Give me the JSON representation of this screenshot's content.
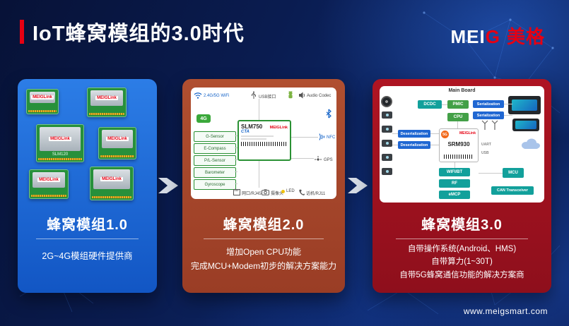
{
  "header": {
    "title": "IoT蜂窝模组的3.0时代",
    "logo_mei": "MEI",
    "logo_g": "G",
    "logo_cn": "美格"
  },
  "footer": {
    "website": "www.meigsmart.com"
  },
  "colors": {
    "accent_red": "#e60012",
    "card1_blue": "#1d6ae0",
    "card2_rust": "#a8482e",
    "card3_red": "#a31320"
  },
  "card1": {
    "title": "蜂窝模组1.0",
    "desc": "2G~4G模组硬件提供商",
    "modules": [
      {
        "brand": "MEIGLink",
        "model": ""
      },
      {
        "brand": "MEIGLink",
        "model": ""
      },
      {
        "brand": "MEIGLink",
        "model": "SLM120"
      },
      {
        "brand": "MEIGLink",
        "model": ""
      },
      {
        "brand": "MEIGLink",
        "model": ""
      },
      {
        "brand": "MEIGLink",
        "model": ""
      }
    ]
  },
  "card2": {
    "title": "蜂窝模组2.0",
    "desc1": "增加Open CPU功能",
    "desc2": "完成MCU+Modem初步的解决方案能力",
    "diagram": {
      "chip": {
        "brand": "MEIGLink",
        "model": "SLM750",
        "cert": "CTA"
      },
      "wifi": "2.4G/5G WiFi",
      "usb": "USB接口",
      "audio": "Audio Codec",
      "nfc": "NFC",
      "gps": "GPS",
      "net4g": "4G",
      "sensors": [
        "G-Sensor",
        "E-Compass",
        "P/L-Sensor",
        "Barometer",
        "Gyroscope"
      ],
      "bottom": [
        "网口/RJ45",
        "摄像头",
        "LED",
        "话机/RJ11"
      ]
    }
  },
  "card3": {
    "title": "蜂窝模组3.0",
    "desc_lines": [
      "自带操作系统(Android、HMS)",
      "自带算力(1~30T)",
      "自带5G蜂窝通信功能的解决方案商"
    ],
    "board": {
      "title": "Main Board",
      "dcdc": "DCDC",
      "pmic": "PMIC",
      "cpu": "CPU",
      "serialization": "Serialization",
      "deserialization": "Deserialization",
      "module": {
        "brand": "MEIGLink",
        "model": "SRM930",
        "badge": "5G"
      },
      "wifibt": "WIFI/BT",
      "rf": "RF",
      "emcp": "eMCP",
      "mcu": "MCU",
      "can": "CAN Transceiver",
      "uart": "UART",
      "usb": "USB"
    }
  }
}
